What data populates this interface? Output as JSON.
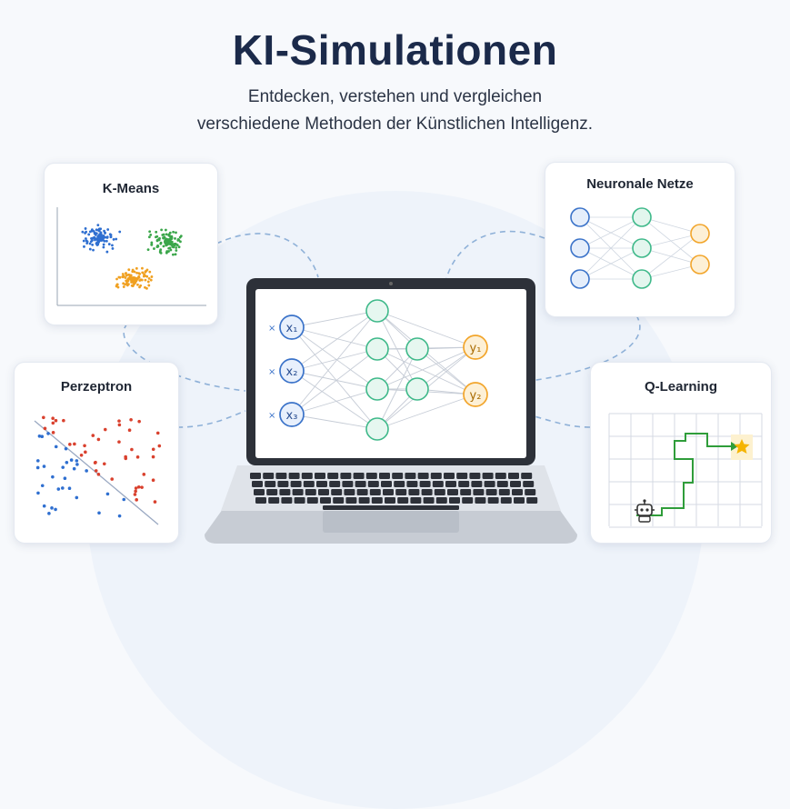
{
  "header": {
    "title": "KI-Simulationen",
    "subtitle_line1": "Entdecken, verstehen und vergleichen",
    "subtitle_line2": "verschiedene Methoden der Künstlichen Intelligenz."
  },
  "cards": {
    "kmeans": {
      "title": "K-Means"
    },
    "neural": {
      "title": "Neuronale Netze"
    },
    "perceptron": {
      "title": "Perzeptron"
    },
    "qlearning": {
      "title": "Q-Learning"
    }
  },
  "laptop_network": {
    "inputs": [
      "x₁",
      "x₂",
      "x₃"
    ],
    "outputs": [
      "y₁",
      "y₂"
    ]
  },
  "colors": {
    "title": "#1b2a4a",
    "cluster_blue": "#2f6fd0",
    "cluster_green": "#3aa64a",
    "cluster_orange": "#f0a020",
    "node_blue": "#3b73c9",
    "node_green": "#3fb98a",
    "node_orange": "#f2a52b",
    "perceptron_red": "#d9412e",
    "perceptron_blue": "#2f6fd0",
    "path_green": "#2f9d3a",
    "star": "#f5b400"
  },
  "icons": {
    "goal": "star-icon",
    "agent": "robot-icon"
  }
}
